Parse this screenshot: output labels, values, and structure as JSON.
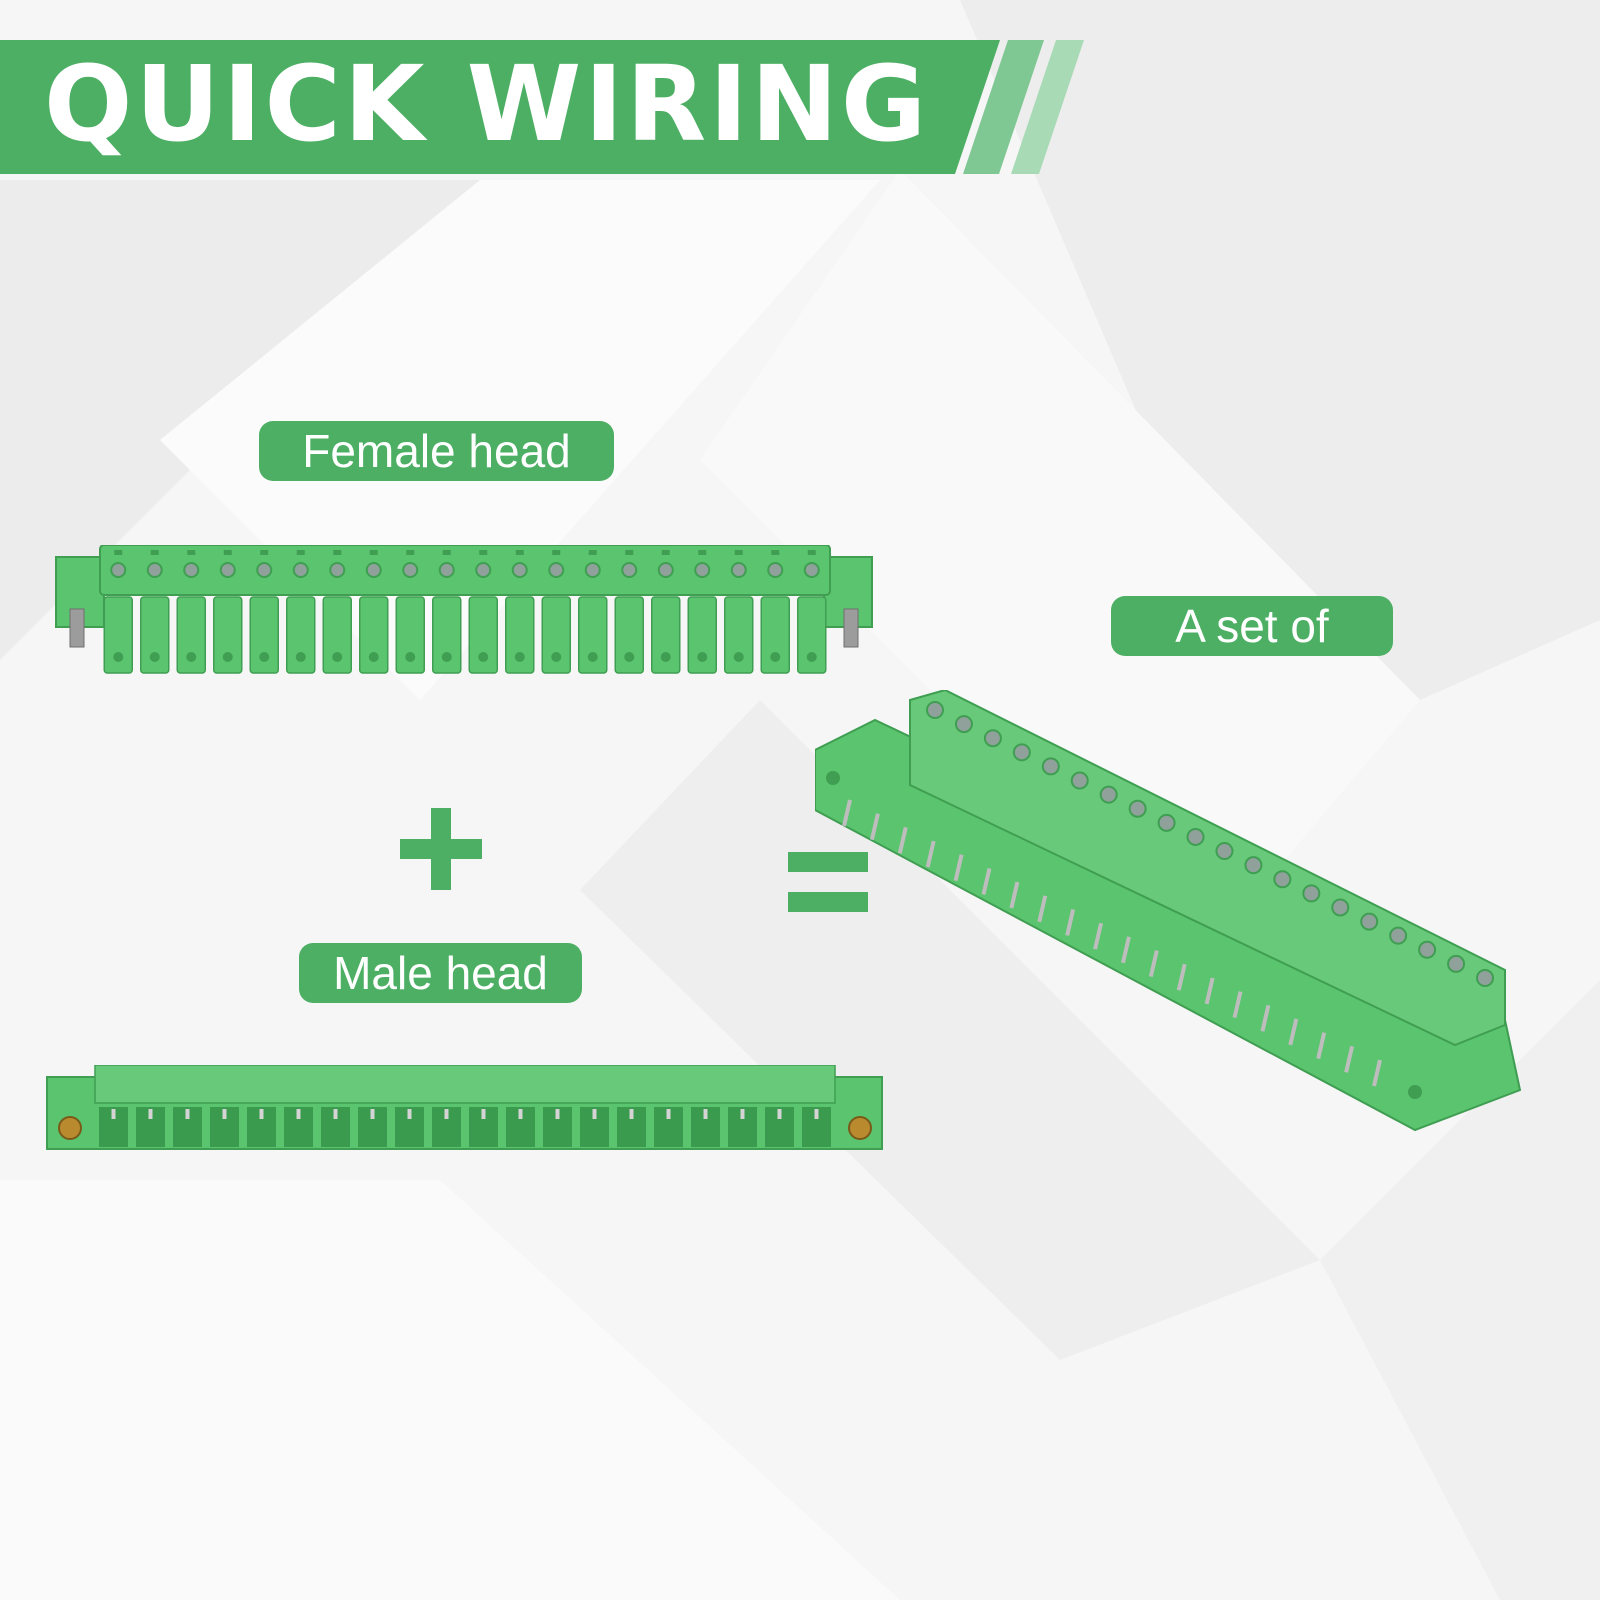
{
  "banner": {
    "title": "QUICK WIRING"
  },
  "labels": {
    "female": "Female head",
    "male": "Male head",
    "set": "A set of"
  },
  "symbols": {
    "plus": "plus-icon",
    "equals": "equals-icon"
  },
  "connector": {
    "pin_count": 20
  },
  "colors": {
    "accent": "#4caf64",
    "accent_light": "#7fc894",
    "plastic": "#5bc46e",
    "plastic_dark": "#3f9e52",
    "background": "#f4f4f4"
  }
}
